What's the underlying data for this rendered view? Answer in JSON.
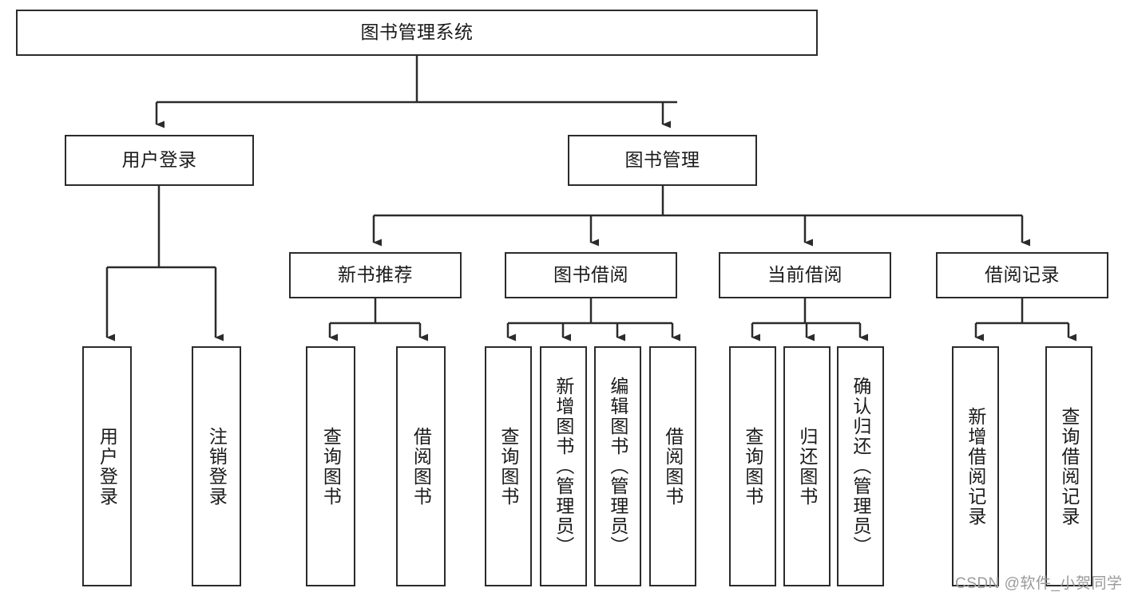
{
  "diagram": {
    "type": "tree-hierarchy-flowchart",
    "root": {
      "id": "root",
      "label": "图书管理系统"
    },
    "level1": [
      {
        "id": "user-login",
        "label": "用户登录"
      },
      {
        "id": "book-management",
        "label": "图书管理"
      }
    ],
    "level2": [
      {
        "id": "new-book-recommend",
        "label": "新书推荐",
        "parent": "book-management"
      },
      {
        "id": "book-borrow",
        "label": "图书借阅",
        "parent": "book-management"
      },
      {
        "id": "current-borrow",
        "label": "当前借阅",
        "parent": "book-management"
      },
      {
        "id": "borrow-record",
        "label": "借阅记录",
        "parent": "book-management"
      }
    ],
    "leaves": {
      "user-login": [
        {
          "id": "leaf-user-login",
          "label": "用户登录"
        },
        {
          "id": "leaf-user-logout",
          "label": "注销登录"
        }
      ],
      "new-book-recommend": [
        {
          "id": "leaf-query-book-1",
          "label": "查询图书"
        },
        {
          "id": "leaf-borrow-book-1",
          "label": "借阅图书"
        }
      ],
      "book-borrow": [
        {
          "id": "leaf-query-book-2",
          "label": "查询图书"
        },
        {
          "id": "leaf-add-book",
          "label": "新增图书（管理员）"
        },
        {
          "id": "leaf-edit-book",
          "label": "编辑图书（管理员）"
        },
        {
          "id": "leaf-borrow-book-2",
          "label": "借阅图书"
        }
      ],
      "current-borrow": [
        {
          "id": "leaf-query-book-3",
          "label": "查询图书"
        },
        {
          "id": "leaf-return-book",
          "label": "归还图书"
        },
        {
          "id": "leaf-confirm-return",
          "label": "确认归还（管理员）"
        }
      ],
      "borrow-record": [
        {
          "id": "leaf-add-record",
          "label": "新增借阅记录"
        },
        {
          "id": "leaf-query-record",
          "label": "查询借阅记录"
        }
      ]
    },
    "colors": {
      "stroke": "#2b2b2b",
      "fill": "#ffffff",
      "text": "#1a1a1a",
      "watermark": "#9a9a9a"
    }
  },
  "watermark": {
    "text": "CSDN @软件_小贺同学"
  }
}
